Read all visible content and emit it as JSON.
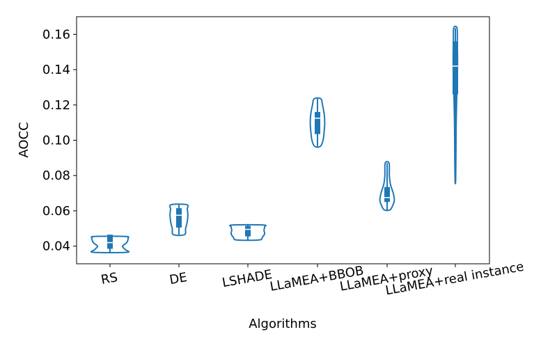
{
  "chart_data": {
    "type": "violin",
    "xlabel": "Algorithms",
    "ylabel": "AOCC",
    "ylim": [
      0.03,
      0.17
    ],
    "yticks": [
      0.04,
      0.06,
      0.08,
      0.1,
      0.12,
      0.14,
      0.16
    ],
    "ytick_labels": [
      "0.04",
      "0.06",
      "0.08",
      "0.10",
      "0.12",
      "0.14",
      "0.16"
    ],
    "grid": false,
    "color": "#1f77b4",
    "categories": [
      "RS",
      "DE",
      "LSHADE",
      "LLaMEA+BBOB",
      "LLaMEA+proxy",
      "LLaMEA+real instance"
    ],
    "distributions": [
      {
        "name": "RS",
        "min": 0.0365,
        "q1": 0.0385,
        "median": 0.042,
        "q3": 0.0465,
        "max": 0.0455,
        "shape": [
          [
            0.0365,
            0.6
          ],
          [
            0.038,
            0.55
          ],
          [
            0.04,
            0.45
          ],
          [
            0.042,
            0.6
          ],
          [
            0.0445,
            0.65
          ],
          [
            0.0455,
            0.55
          ]
        ]
      },
      {
        "name": "DE",
        "min": 0.0465,
        "q1": 0.0505,
        "median": 0.0575,
        "q3": 0.0615,
        "max": 0.0635,
        "shape": [
          [
            0.0465,
            0.2
          ],
          [
            0.05,
            0.24
          ],
          [
            0.054,
            0.3
          ],
          [
            0.058,
            0.32
          ],
          [
            0.061,
            0.3
          ],
          [
            0.0635,
            0.28
          ]
        ]
      },
      {
        "name": "LSHADE",
        "min": 0.0435,
        "q1": 0.0455,
        "median": 0.0495,
        "q3": 0.0515,
        "max": 0.052,
        "shape": [
          [
            0.0435,
            0.4
          ],
          [
            0.045,
            0.52
          ],
          [
            0.047,
            0.6
          ],
          [
            0.049,
            0.58
          ],
          [
            0.051,
            0.6
          ],
          [
            0.052,
            0.55
          ]
        ]
      },
      {
        "name": "LLaMEA+BBOB",
        "min": 0.0965,
        "q1": 0.1035,
        "median": 0.1125,
        "q3": 0.116,
        "max": 0.1235,
        "shape": [
          [
            0.0965,
            0.1
          ],
          [
            0.1,
            0.2
          ],
          [
            0.105,
            0.24
          ],
          [
            0.11,
            0.26
          ],
          [
            0.115,
            0.24
          ],
          [
            0.12,
            0.18
          ],
          [
            0.1235,
            0.12
          ]
        ]
      },
      {
        "name": "LLaMEA+proxy",
        "min": 0.0605,
        "q1": 0.065,
        "median": 0.0675,
        "q3": 0.0735,
        "max": 0.087,
        "shape": [
          [
            0.0605,
            0.1
          ],
          [
            0.063,
            0.2
          ],
          [
            0.066,
            0.26
          ],
          [
            0.07,
            0.22
          ],
          [
            0.075,
            0.12
          ],
          [
            0.08,
            0.08
          ],
          [
            0.087,
            0.07
          ]
        ]
      },
      {
        "name": "LLaMEA+real instance",
        "min": 0.077,
        "q1": 0.126,
        "median": 0.142,
        "q3": 0.156,
        "max": 0.1635,
        "shape": [
          [
            0.077,
            0.01
          ],
          [
            0.09,
            0.02
          ],
          [
            0.11,
            0.03
          ],
          [
            0.125,
            0.05
          ],
          [
            0.135,
            0.07
          ],
          [
            0.145,
            0.08
          ],
          [
            0.155,
            0.07
          ],
          [
            0.1635,
            0.06
          ]
        ]
      }
    ]
  }
}
